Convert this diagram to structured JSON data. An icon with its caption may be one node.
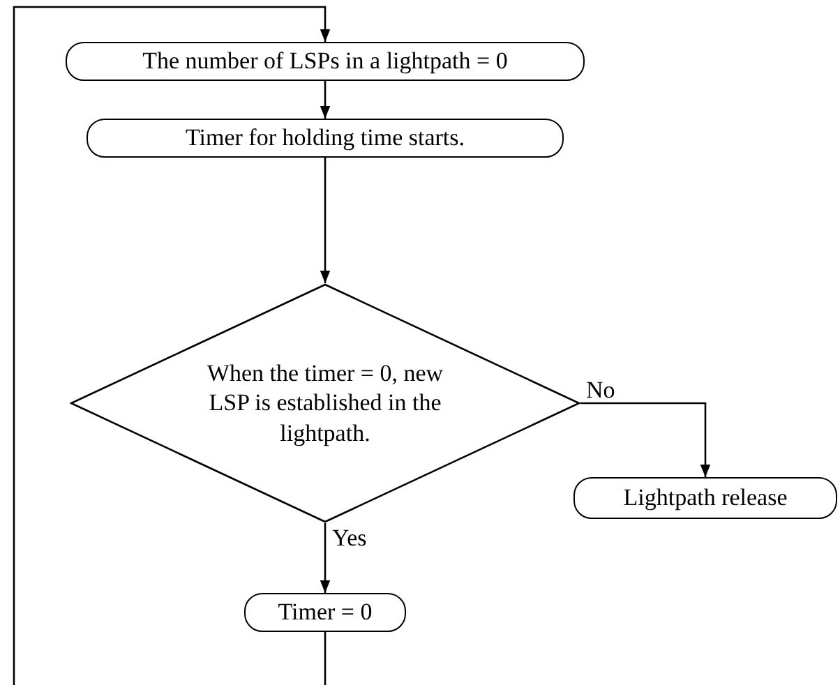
{
  "diagram": {
    "nodes": [
      {
        "text": [
          "The number of LSPs in a lightpath = 0"
        ]
      },
      {
        "text": [
          "Timer for holding time starts."
        ]
      },
      {
        "text": [
          "When the timer = 0, new LSP is established in the lightpath."
        ]
      },
      {
        "text": [
          "Lightpath release"
        ]
      },
      {
        "text": [
          "Timer = 0"
        ]
      }
    ],
    "edges": [
      {
        "from": 0,
        "to": 1,
        "arrow": "to"
      },
      {
        "from": 1,
        "to": 2,
        "arrow": "to"
      },
      {
        "from": 2,
        "to": 3,
        "arrow": "to",
        "label": "No"
      },
      {
        "from": 2,
        "to": 4,
        "arrow": "to",
        "label": "Yes"
      },
      {
        "from": 4,
        "to": 0,
        "arrow": "to"
      }
    ]
  }
}
